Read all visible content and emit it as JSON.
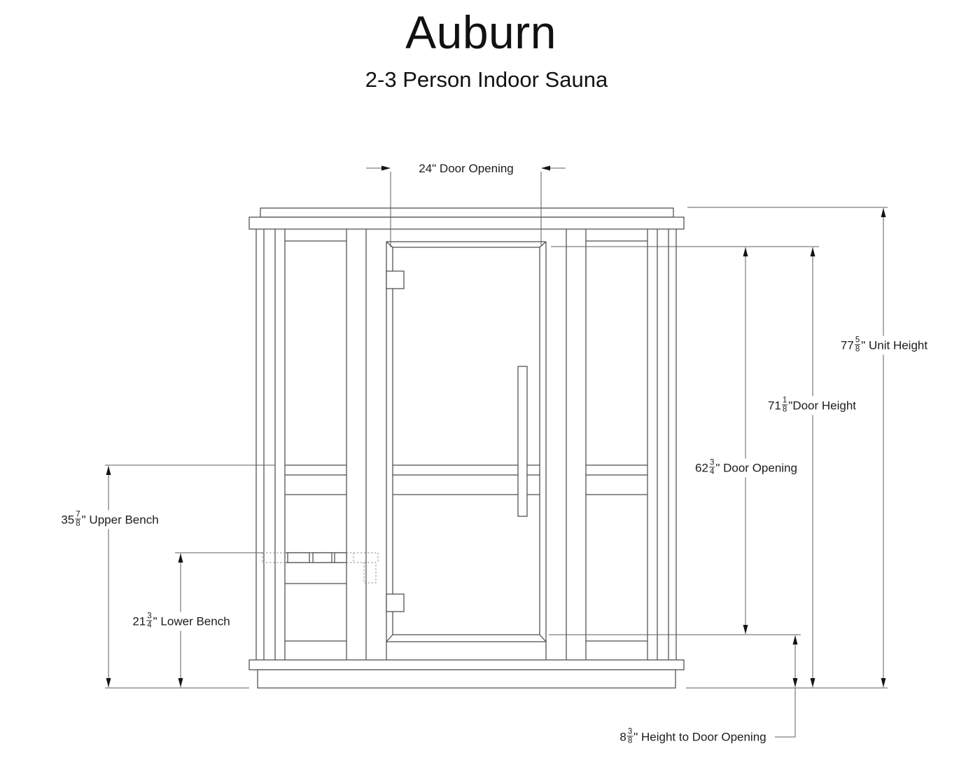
{
  "header": {
    "title": "Auburn",
    "subtitle": "2-3 Person Indoor Sauna"
  },
  "dimensions": {
    "door_opening_width": {
      "whole": "24",
      "suffix": "\" Door Opening"
    },
    "unit_height": {
      "whole": "77",
      "num": "5",
      "den": "8",
      "suffix": "\" Unit Height"
    },
    "door_height": {
      "whole": "71",
      "num": "1",
      "den": "8",
      "suffix": "\"Door Height"
    },
    "door_opening_height": {
      "whole": "62",
      "num": "3",
      "den": "4",
      "suffix": "\" Door Opening"
    },
    "upper_bench": {
      "whole": "35",
      "num": "7",
      "den": "8",
      "suffix": "\" Upper Bench"
    },
    "lower_bench": {
      "whole": "21",
      "num": "3",
      "den": "4",
      "suffix": "\" Lower Bench"
    },
    "height_to_door": {
      "whole": "8",
      "num": "3",
      "den": "8",
      "suffix": "\" Height to Door Opening"
    }
  },
  "drawing": {
    "background": "#ffffff",
    "structure_stroke": "#4d4d4d",
    "hidden_line_stroke": "#8f8f8f",
    "dimension_stroke": "#5e5e5e",
    "arrow_fill": "#141414",
    "view": "front elevation"
  }
}
